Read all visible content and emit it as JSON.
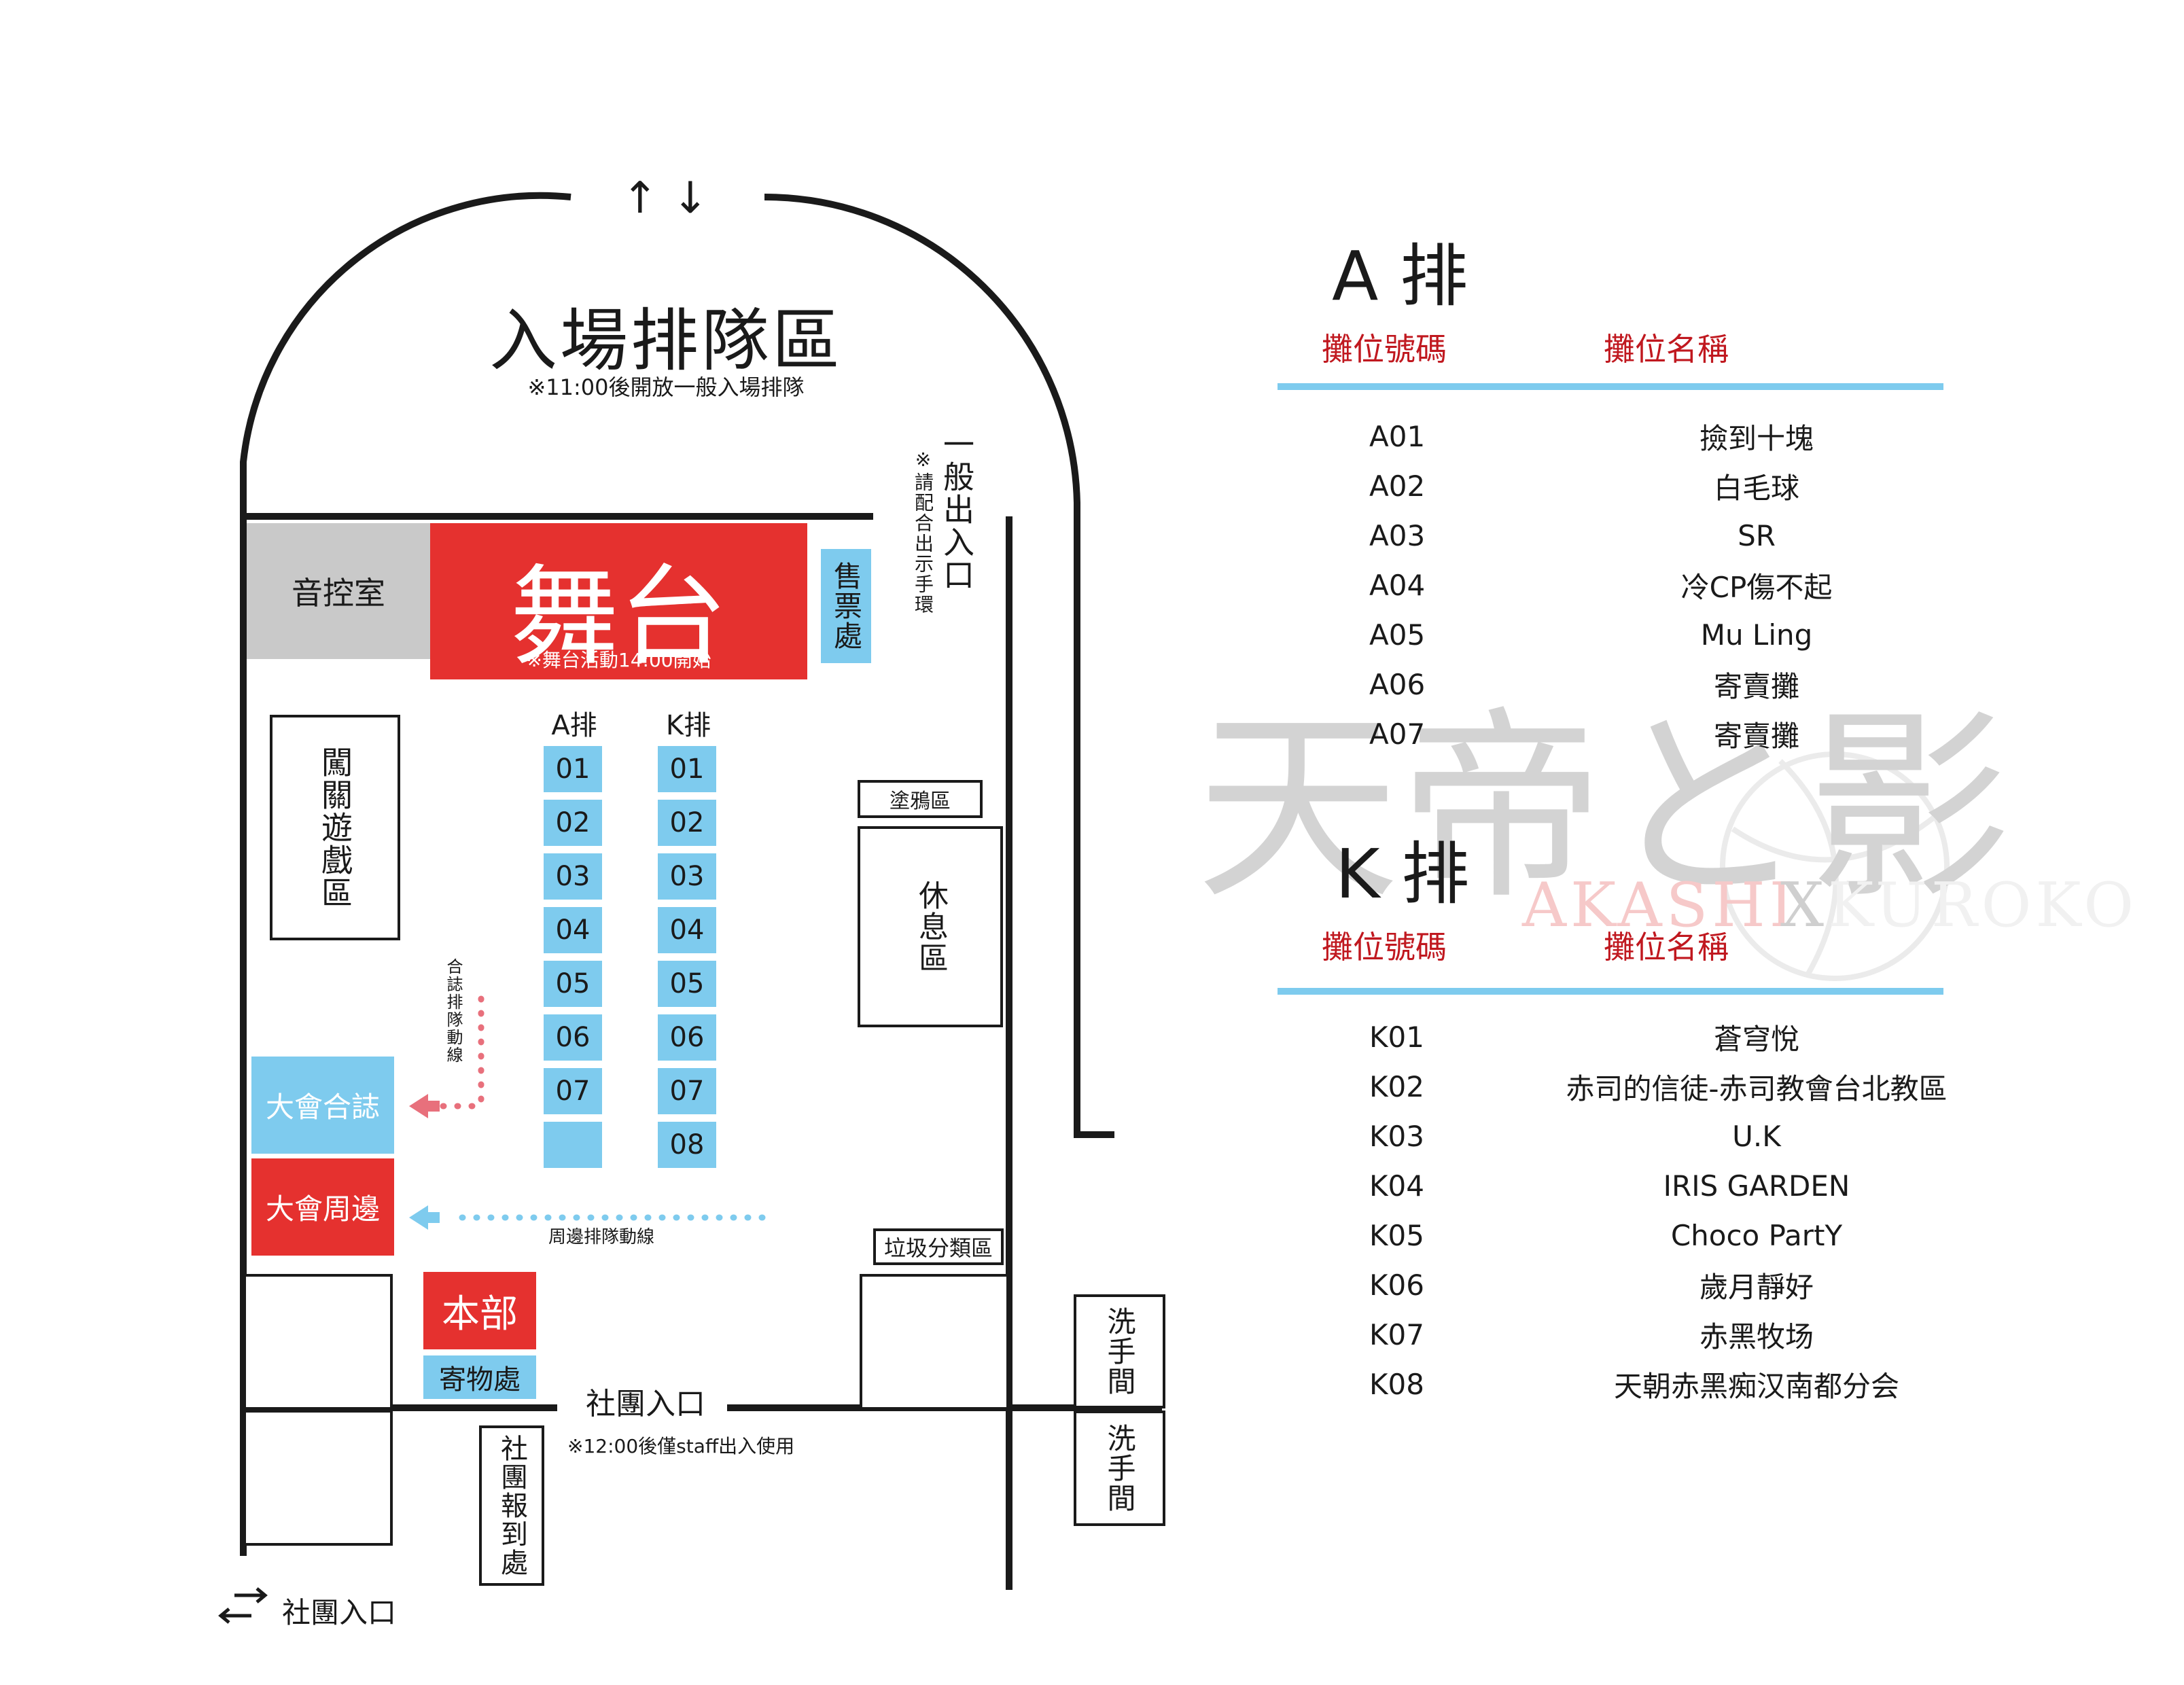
{
  "entry_arrows": "↑ ↓",
  "queue_area": {
    "title": "入場排隊區",
    "note": "※11:00後開放一般入場排隊"
  },
  "general_exit": {
    "label": "一般出入口",
    "note": "※請配合出示手環"
  },
  "sound_room": "音控室",
  "stage": {
    "title": "舞台",
    "note": "※舞台活動14:00開始"
  },
  "ticket": "售票處",
  "game_area": "闖關遊戲區",
  "rows": {
    "a_label": "A排",
    "a_slots": [
      "01",
      "02",
      "03",
      "04",
      "05",
      "06",
      "07",
      ""
    ],
    "k_label": "K排",
    "k_slots": [
      "01",
      "02",
      "03",
      "04",
      "05",
      "06",
      "07",
      "08"
    ]
  },
  "graffiti": "塗鴉區",
  "rest_area": "休息區",
  "anthology_queue": "合誌排隊動線",
  "anthology": "大會合誌",
  "merch": "大會周邊",
  "merch_queue": "周邊排隊動線",
  "trash": "垃圾分類區",
  "hq": "本部",
  "storage": "寄物處",
  "club_entrance": {
    "label": "社團入口",
    "note": "※12:00後僅staff出入使用"
  },
  "club_checkin": "社團報到處",
  "restroom": "洗手間",
  "bottom_club_entrance": "社團入口",
  "bottom_arrows": "⇄",
  "watermark": {
    "big": "天帝と影",
    "script": "AKASHI",
    "x": "X",
    "script2": "KUROKO"
  },
  "table_a": {
    "title": "A 排",
    "col_code": "攤位號碼",
    "col_name": "攤位名稱",
    "items": [
      {
        "code": "A01",
        "name": "撿到十塊"
      },
      {
        "code": "A02",
        "name": "白毛球"
      },
      {
        "code": "A03",
        "name": "SR"
      },
      {
        "code": "A04",
        "name": "冷CP傷不起"
      },
      {
        "code": "A05",
        "name": "Mu Ling"
      },
      {
        "code": "A06",
        "name": "寄賣攤"
      },
      {
        "code": "A07",
        "name": "寄賣攤"
      }
    ]
  },
  "table_k": {
    "title": "K 排",
    "col_code": "攤位號碼",
    "col_name": "攤位名稱",
    "items": [
      {
        "code": "K01",
        "name": "蒼穹悅"
      },
      {
        "code": "K02",
        "name": "赤司的信徒-赤司教會台北教區"
      },
      {
        "code": "K03",
        "name": "U.K"
      },
      {
        "code": "K04",
        "name": "IRIS GARDEN"
      },
      {
        "code": "K05",
        "name": "Choco PartY"
      },
      {
        "code": "K06",
        "name": "歲月靜好"
      },
      {
        "code": "K07",
        "name": "赤黑牧场"
      },
      {
        "code": "K08",
        "name": "天朝赤黑痴汉南都分会"
      }
    ]
  },
  "colors": {
    "stage_red": "#e5312f",
    "booth_blue": "#7ecbee",
    "header_red": "#c0181f",
    "line_blue": "#7ecbee"
  }
}
